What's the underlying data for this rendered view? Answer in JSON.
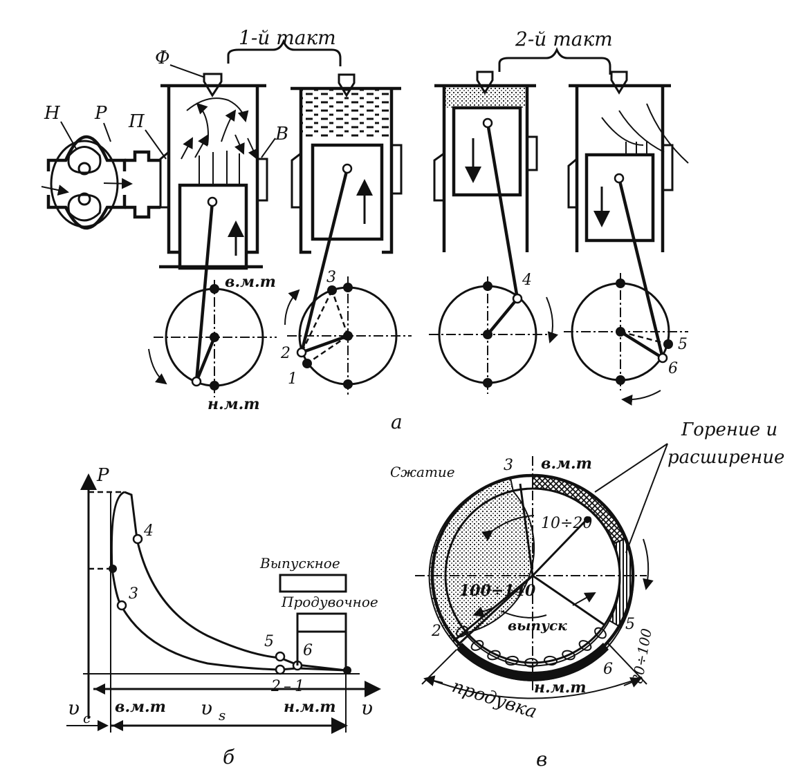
{
  "labels": {
    "stroke1": "1-й такт",
    "stroke2": "2-й такт",
    "F": "Ф",
    "H": "Н",
    "R": "Р",
    "P": "П",
    "V": "В",
    "vmt": "в.м.т",
    "nmt": "н.м.т",
    "n1": "1",
    "n2": "2",
    "n3": "3",
    "n4": "4",
    "n5": "5",
    "n6": "6",
    "fig_a": "а",
    "fig_b": "б",
    "fig_v": "в"
  },
  "pv": {
    "p_axis": "P",
    "v_axis": "υ",
    "vc": "υ",
    "vc_sub": "c",
    "vs": "υ",
    "vs_sub": "s",
    "exhaust_valve": "Выпускное",
    "scavenge_port": "Продувочное",
    "pt_1": "1",
    "pt_2": "2",
    "pt_3": "3",
    "pt_4": "4",
    "pt_5": "5",
    "pt_6": "6",
    "sep": "–"
  },
  "timing": {
    "combustion_line1": "Горение и",
    "combustion_line2": "расширение",
    "compression": "Сжатие",
    "angle_top": "10÷20",
    "angle_left": "100÷140",
    "angle_right": "80÷100",
    "exhaust": "выпуск",
    "scavenging": "продувка"
  }
}
